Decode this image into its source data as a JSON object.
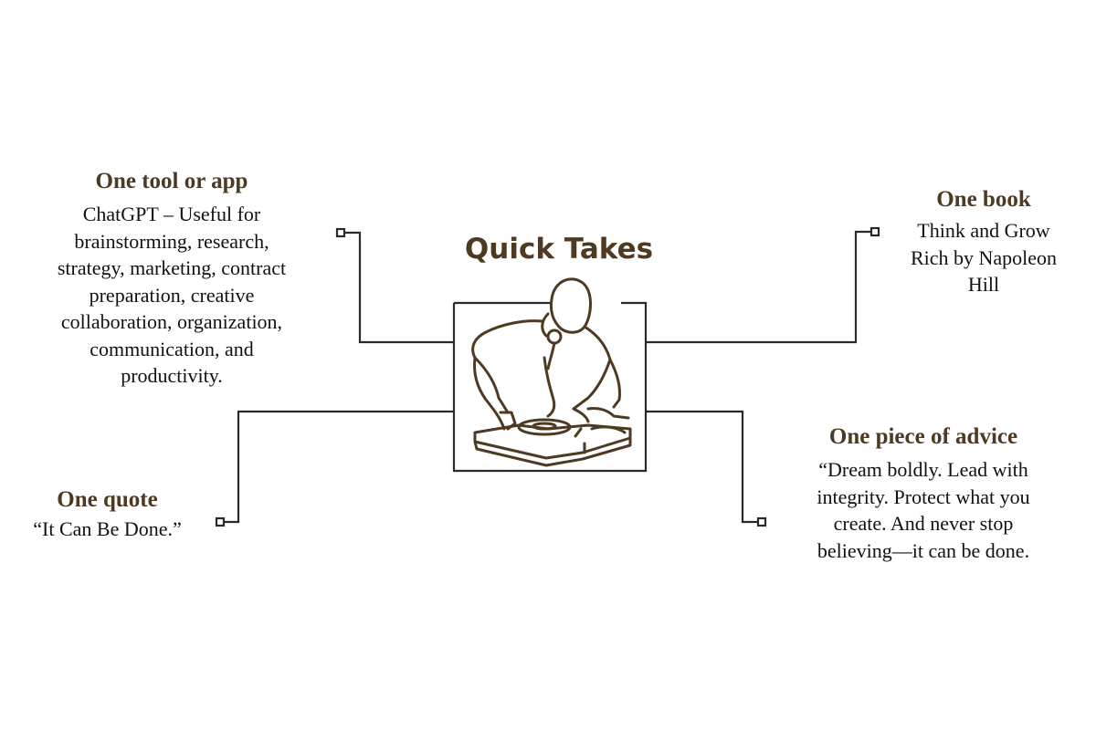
{
  "title": "Quick Takes",
  "colors": {
    "heading": "#4e3a23",
    "line": "#2a2a2a",
    "illustration": "#4e3a23"
  },
  "illustration": {
    "icon": "dj-turntable-icon"
  },
  "sections": {
    "tool": {
      "heading": "One tool or app",
      "lines": [
        "ChatGPT – Useful for",
        "brainstorming, research,",
        "strategy, marketing, contract",
        "preparation, creative",
        "collaboration, organization,",
        "communication, and",
        "productivity."
      ]
    },
    "book": {
      "heading": "One book",
      "lines": [
        "Think and Grow",
        "Rich by Napoleon",
        "Hill"
      ]
    },
    "quote": {
      "heading": "One quote",
      "lines": [
        "“It Can Be Done.”"
      ]
    },
    "advice": {
      "heading": "One piece of advice",
      "lines": [
        "“Dream boldly. Lead with",
        "integrity. Protect what you",
        "create. And never stop",
        "believing—it can be done."
      ]
    }
  }
}
